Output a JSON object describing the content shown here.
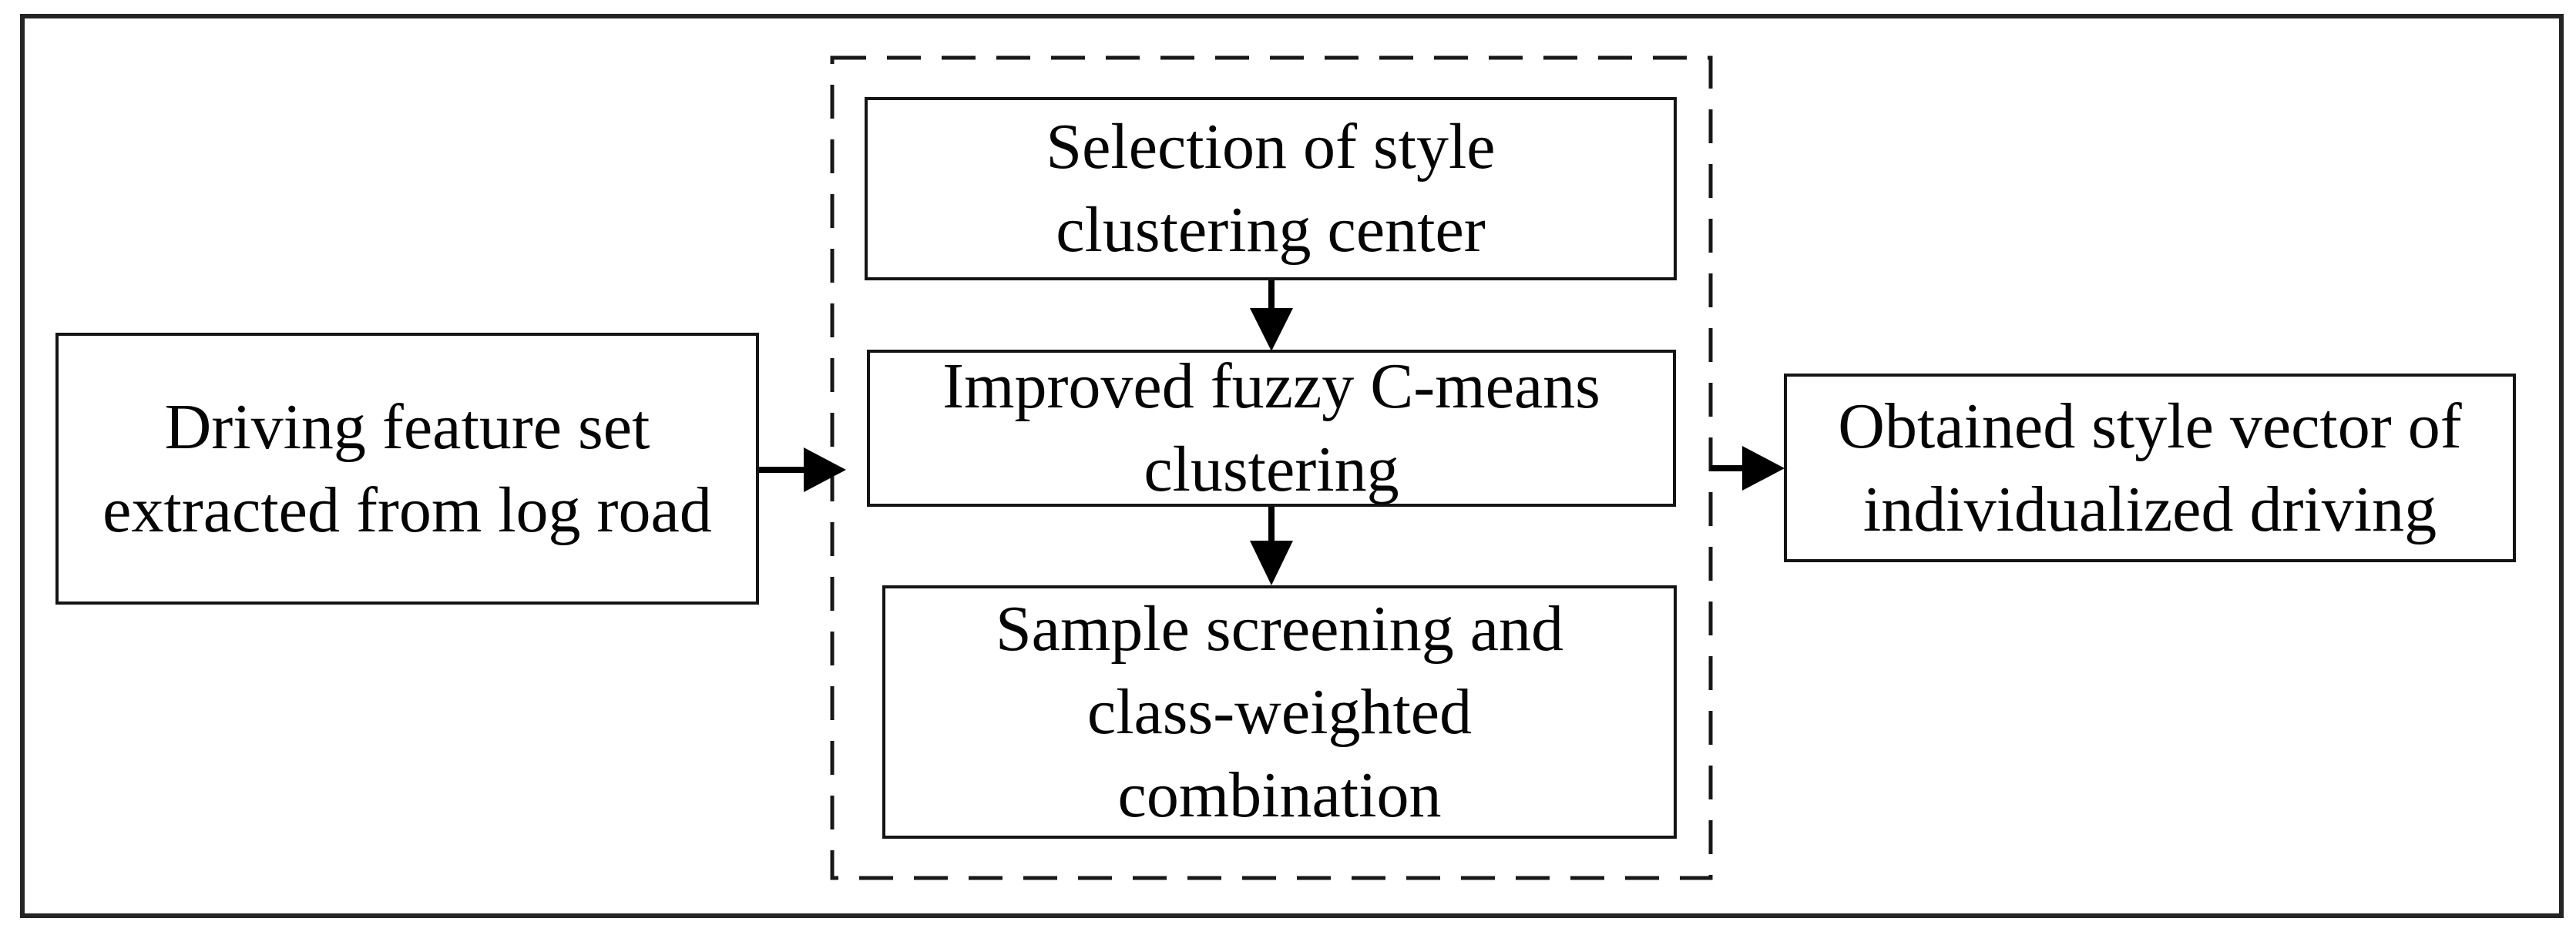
{
  "figure": {
    "type": "flowchart",
    "background": "#ffffff",
    "stroke_color": "#000000",
    "nodes": {
      "input": {
        "label": "Driving feature set extracted from log road"
      },
      "step1": {
        "label": "Selection of style clustering center"
      },
      "step2": {
        "label": "Improved fuzzy C-means clustering"
      },
      "step3": {
        "label": "Sample screening and class-weighted combination"
      },
      "output": {
        "label": "Obtained style vector of individualized driving"
      }
    },
    "group": {
      "style": "dashed-border",
      "contains": [
        "step1",
        "step2",
        "step3"
      ]
    },
    "edges": [
      {
        "from": "input",
        "to": "group",
        "direction": "right"
      },
      {
        "from": "step1",
        "to": "step2",
        "direction": "down"
      },
      {
        "from": "step2",
        "to": "step3",
        "direction": "down"
      },
      {
        "from": "group",
        "to": "output",
        "direction": "right"
      }
    ]
  }
}
